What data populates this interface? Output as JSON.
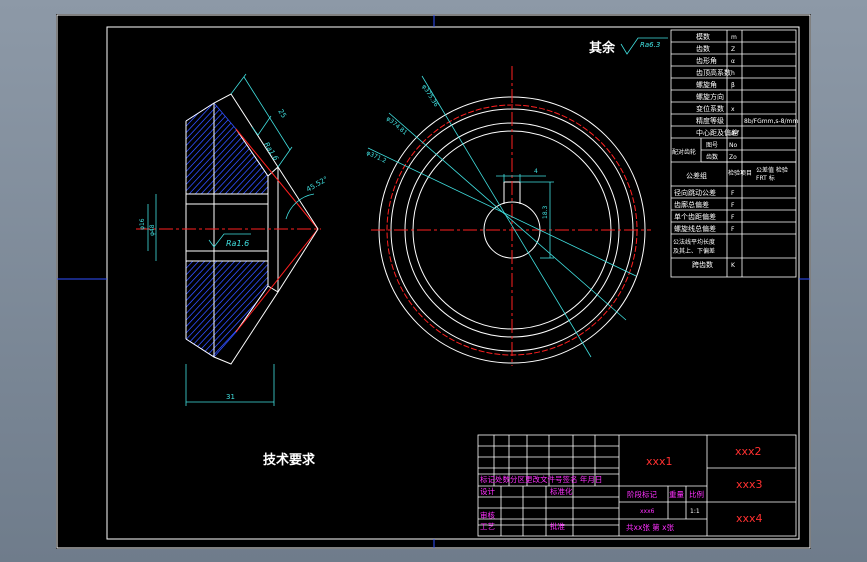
{
  "drawing": {
    "surface_note": {
      "text": "其余",
      "roughness": "Ra6.3"
    },
    "tech_req": "技术要求",
    "dims": {
      "width_top": "25",
      "angle": "45.52°",
      "bore": "φ16",
      "hub": "φ48",
      "width_bottom": "31",
      "rough1": "Ra1.6",
      "rough2": "Ra1.6",
      "d_outer": "φ375.36",
      "d_mid": "φ374.81",
      "d_root": "φ371.2",
      "keyway_w": "4",
      "keyway_t": "18.3"
    }
  },
  "params": [
    {
      "label": "模数",
      "sym": "m",
      "val": ""
    },
    {
      "label": "齿数",
      "sym": "Z",
      "val": ""
    },
    {
      "label": "齿形角",
      "sym": "α",
      "val": ""
    },
    {
      "label": "齿顶高系数",
      "sym": "h",
      "val": ""
    },
    {
      "label": "螺旋角",
      "sym": "β",
      "val": ""
    },
    {
      "label": "螺旋方向",
      "sym": "",
      "val": ""
    },
    {
      "label": "变位系数",
      "sym": "x",
      "val": ""
    },
    {
      "label": "精度等级",
      "sym": "",
      "val": "8b/FGmm,s-8/mm"
    },
    {
      "label": "中心距及偏差",
      "sym": "a-f",
      "val": ""
    }
  ],
  "mating": {
    "label": "配对齿轮",
    "rows": [
      {
        "label": "图号",
        "sym": "No",
        "val": ""
      },
      {
        "label": "齿数",
        "sym": "Zo",
        "val": ""
      }
    ]
  },
  "tolerance_group": {
    "label": "公差组",
    "col2": "检验项目",
    "col3": "公差值 检验",
    "col4": "FRT 标"
  },
  "checks": [
    {
      "label": "径向跳动公差",
      "sym": "F"
    },
    {
      "label": "齿廓总偏差",
      "sym": "F"
    },
    {
      "label": "单个齿距偏差",
      "sym": "F"
    },
    {
      "label": "螺旋线总偏差",
      "sym": "F"
    }
  ],
  "note": {
    "line1": "公法线平均长度",
    "line2": "及其上、下偏差"
  },
  "span": {
    "label": "跨齿数",
    "sym": "K"
  },
  "title_block": {
    "name": "xxx1",
    "material": "xxx2",
    "company": "xxx3",
    "drawing_no": "xxx4",
    "rev_header": "标记处数分区更改文件号签名 年月日",
    "design": "设计",
    "standardize": "标准化",
    "stage_label": "阶段标记",
    "weight_label": "重量",
    "scale_label": "比例",
    "scale_val": "1:1",
    "stage_val": "xxx6",
    "review": "审核",
    "process": "工艺",
    "approve": "批准",
    "sheet": "共xx张 第 x张"
  }
}
